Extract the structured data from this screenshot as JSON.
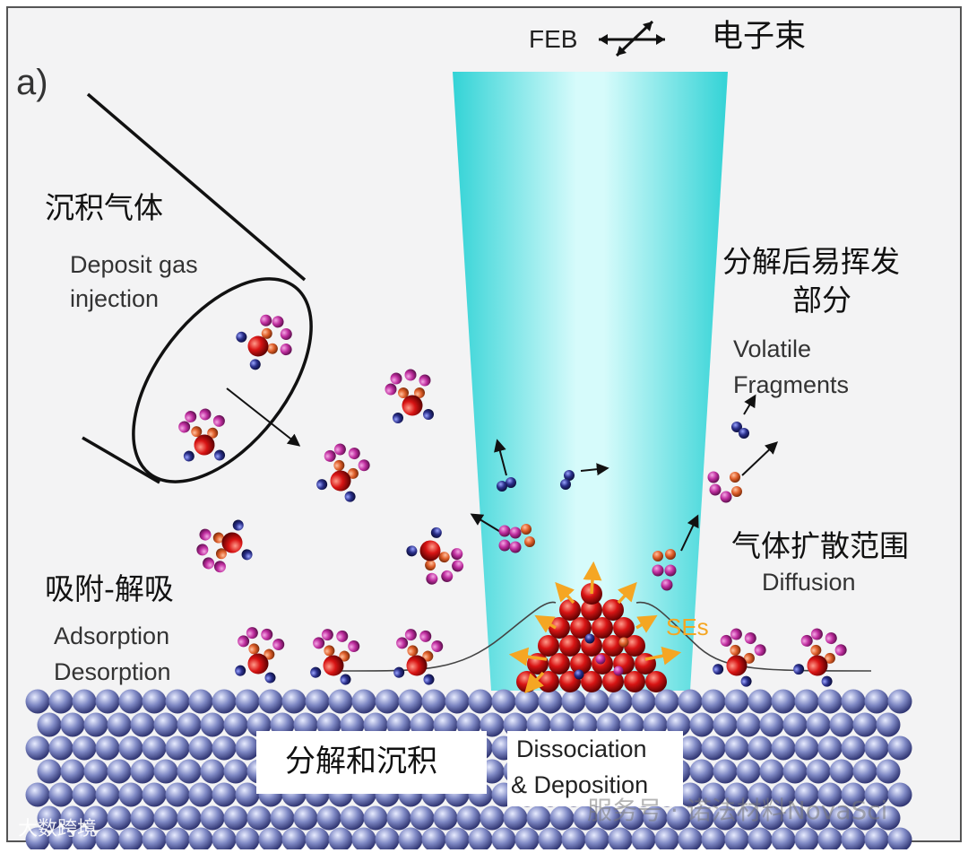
{
  "panel_label": "a)",
  "beam": {
    "en": "FEB",
    "zh": "电子束"
  },
  "gas": {
    "zh": "沉积气体",
    "en_line1": "Deposit gas",
    "en_line2": "injection"
  },
  "volatile": {
    "zh_line1": "分解后易挥发",
    "zh_line2": "部分",
    "en_line1": "Volatile",
    "en_line2": "Fragments"
  },
  "diffusion": {
    "zh": "气体扩散范围",
    "en": "Diffusion"
  },
  "adsorption": {
    "zh": "吸附-解吸",
    "en_line1": "Adsorption",
    "en_line2": "Desorption"
  },
  "secondary_electrons": "SEs",
  "dissociation": {
    "zh": "分解和沉积",
    "en_line1": "Dissociation",
    "en_line2": "& Deposition"
  },
  "watermarks": {
    "right": "服务号 · 诺法材料NovaSci",
    "left": "大数跨境"
  },
  "colors": {
    "beam": "#35d6d8",
    "substrate": "#6f78b4",
    "metal_atom": "#d01010",
    "ligand_magenta": "#c22fa0",
    "ligand_orange": "#e0602c",
    "ligand_blue": "#2a2f8a",
    "se_arrow": "#f5a623"
  }
}
